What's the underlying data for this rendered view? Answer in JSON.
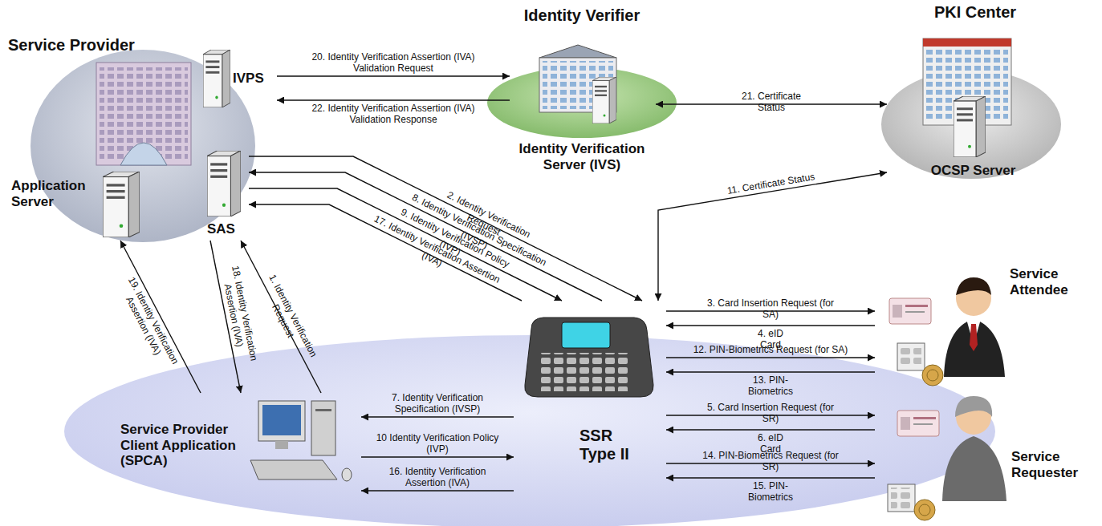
{
  "diagram": {
    "nodes": [
      {
        "text": [
          "Service Provider"
        ]
      },
      {
        "text": [
          "IVPS"
        ],
        "in": 0
      },
      {
        "text": [
          "Application Server"
        ],
        "in": 0
      },
      {
        "text": [
          "SAS"
        ],
        "in": 0
      },
      {
        "text": [
          "Identity Verifier"
        ]
      },
      {
        "text": [
          "Identity Verification Server (IVS)"
        ],
        "in": 4
      },
      {
        "text": [
          "PKI Center"
        ]
      },
      {
        "text": [
          "OCSP Server"
        ],
        "in": 6
      },
      {
        "text": [
          "SSR Type II"
        ]
      },
      {
        "text": [
          "Service Attendee"
        ]
      },
      {
        "text": [
          "Service Provider Client Application (SPCA)"
        ]
      },
      {
        "text": [
          "Service Requester"
        ]
      }
    ],
    "edges": [
      {
        "from": 10,
        "to": 3,
        "arrow": "to",
        "label": "1. Identity Verification Request"
      },
      {
        "from": 3,
        "to": 8,
        "arrow": "to",
        "label": "2. Identity Verification Request"
      },
      {
        "from": 8,
        "to": 9,
        "arrow": "to",
        "label": "3. Card Insertion Request (for SA)"
      },
      {
        "from": 9,
        "to": 8,
        "arrow": "to",
        "label": "4. eID Card"
      },
      {
        "from": 8,
        "to": 11,
        "arrow": "to",
        "label": "5. Card Insertion Request (for SR)"
      },
      {
        "from": 11,
        "to": 8,
        "arrow": "to",
        "label": "6. eID Card"
      },
      {
        "from": 8,
        "to": 10,
        "arrow": "to",
        "label": "7. Identity Verification Specification (IVSP)"
      },
      {
        "from": 8,
        "to": 3,
        "arrow": "to",
        "label": "8. Identity Verification Specification (IVSP)"
      },
      {
        "from": 3,
        "to": 8,
        "arrow": "to",
        "label": "9. Identity Verification Policy (IVP)"
      },
      {
        "from": 10,
        "to": 8,
        "arrow": "to",
        "label": "10 Identity Verification Policy (IVP)"
      },
      {
        "from": 8,
        "to": 7,
        "arrow": "both",
        "label": "11. Certificate Status"
      },
      {
        "from": 8,
        "to": 9,
        "arrow": "to",
        "label": "12. PIN-Biometrics Request (for SA)"
      },
      {
        "from": 9,
        "to": 8,
        "arrow": "to",
        "label": "13. PIN-Biometrics"
      },
      {
        "from": 8,
        "to": 11,
        "arrow": "to",
        "label": "14. PIN-Biometrics Request (for SR)"
      },
      {
        "from": 11,
        "to": 8,
        "arrow": "to",
        "label": "15. PIN-Biometrics"
      },
      {
        "from": 8,
        "to": 10,
        "arrow": "to",
        "label": "16. Identity Verification Assertion (IVA)"
      },
      {
        "from": 8,
        "to": 3,
        "arrow": "to",
        "label": "17. Identity Verification Assertion (IVA)"
      },
      {
        "from": 3,
        "to": 10,
        "arrow": "to",
        "label": "18. Identity Verification Assertion (IVA)"
      },
      {
        "from": 10,
        "to": 2,
        "arrow": "to",
        "label": "19. Identity Verification Assertion (IVA)"
      },
      {
        "from": 1,
        "to": 5,
        "arrow": "to",
        "label": "20. Identity Verification Assertion (IVA) Validation Request"
      },
      {
        "from": 5,
        "to": 7,
        "arrow": "both",
        "label": "21. Certificate Status"
      },
      {
        "from": 5,
        "to": 1,
        "arrow": "to",
        "label": "22. Identity Verification Assertion (IVA) Validation Response"
      }
    ]
  }
}
